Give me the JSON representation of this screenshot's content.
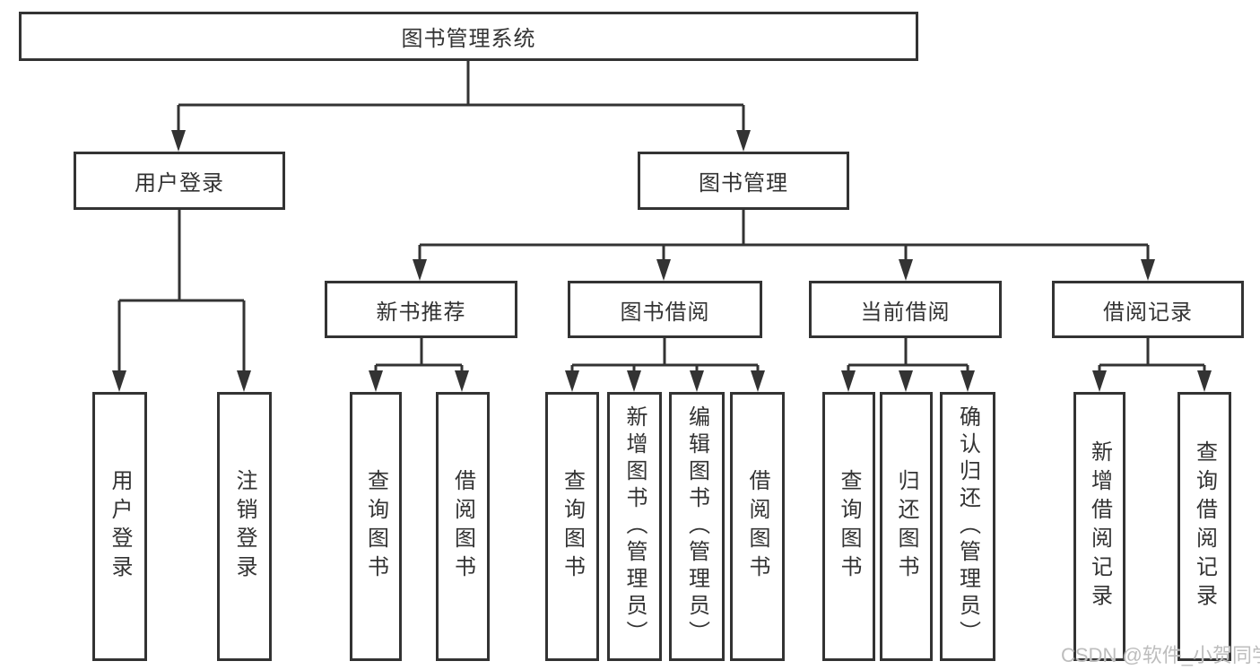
{
  "tree": {
    "root": {
      "label": "图书管理系统"
    },
    "children": [
      {
        "label": "用户登录",
        "children": [
          {
            "label": "用户登录"
          },
          {
            "label": "注销登录"
          }
        ]
      },
      {
        "label": "图书管理",
        "children": [
          {
            "label": "新书推荐",
            "children": [
              {
                "label": "查询图书"
              },
              {
                "label": "借阅图书"
              }
            ]
          },
          {
            "label": "图书借阅",
            "children": [
              {
                "label": "查询图书"
              },
              {
                "label": "新增图书（管理员）"
              },
              {
                "label": "编辑图书（管理员）"
              },
              {
                "label": "借阅图书"
              }
            ]
          },
          {
            "label": "当前借阅",
            "children": [
              {
                "label": "查询图书"
              },
              {
                "label": "归还图书"
              },
              {
                "label": "确认归还（管理员）"
              }
            ]
          },
          {
            "label": "借阅记录",
            "children": [
              {
                "label": "新增借阅记录"
              },
              {
                "label": "查询借阅记录"
              }
            ]
          }
        ]
      }
    ]
  },
  "watermark": {
    "text": "CSDN @软件_小贺同学"
  },
  "colors": {
    "line": "#333333",
    "text": "#333333",
    "watermark": "#bdbdbd",
    "background": "#ffffff"
  }
}
